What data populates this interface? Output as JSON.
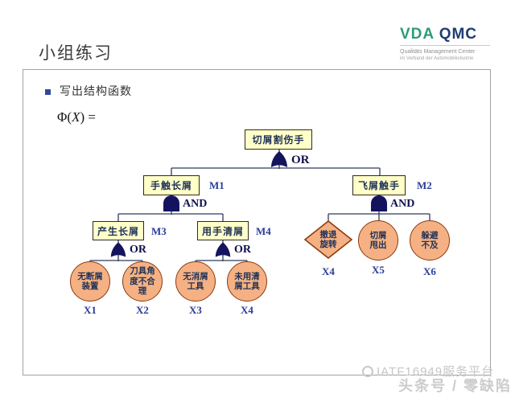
{
  "header": {
    "title": "小组练习",
    "logo": {
      "vda": "VDA",
      "qmc": "QMC",
      "subtitle1": "Qualitäts Management Center",
      "subtitle2": "im Verband der Automobilindustrie"
    }
  },
  "exercise": {
    "bullet_text": "写出结构函数",
    "formula": {
      "phi": "Φ(",
      "variable": "X",
      "suffix": ") ="
    }
  },
  "tree": {
    "top_event": {
      "label": "切屑割伤手",
      "gate_label": "OR"
    },
    "m1": {
      "label": "手触长屑",
      "tag": "M1",
      "gate_label": "AND"
    },
    "m2": {
      "label": "飞屑触手",
      "tag": "M2",
      "gate_label": "AND"
    },
    "m3": {
      "label": "产生长屑",
      "tag": "M3",
      "gate_label": "OR"
    },
    "m4": {
      "label": "用手清屑",
      "tag": "M4",
      "gate_label": "OR"
    },
    "x1": {
      "lines": [
        "无断屑",
        "装置"
      ],
      "tag": "X1"
    },
    "x2": {
      "lines": [
        "刀具角",
        "度不合",
        "理"
      ],
      "tag": "X2"
    },
    "x3": {
      "lines": [
        "无消屑",
        "工具"
      ],
      "tag": "X3"
    },
    "x4": {
      "lines": [
        "未用清",
        "屑工具"
      ],
      "tag": "X4"
    },
    "x4r": {
      "lines": [
        "撤退",
        "旋转"
      ],
      "tag": "X4"
    },
    "x5": {
      "lines": [
        "切屑",
        "甩出"
      ],
      "tag": "X5"
    },
    "x6": {
      "lines": [
        "躲避",
        "不及"
      ],
      "tag": "X6"
    }
  },
  "watermark": {
    "line1": "IATF16949服务平台",
    "line2": "头条号 / 零缺陷"
  },
  "colors": {
    "event_box_fill": "#ffffc9",
    "basic_event_fill": "#f5b183",
    "basic_event_border": "#8c3b10",
    "gate_fill": "#14145e",
    "tag_blue": "#2a3c9c",
    "logo_green": "#2f9b78",
    "logo_navy": "#223c74"
  }
}
